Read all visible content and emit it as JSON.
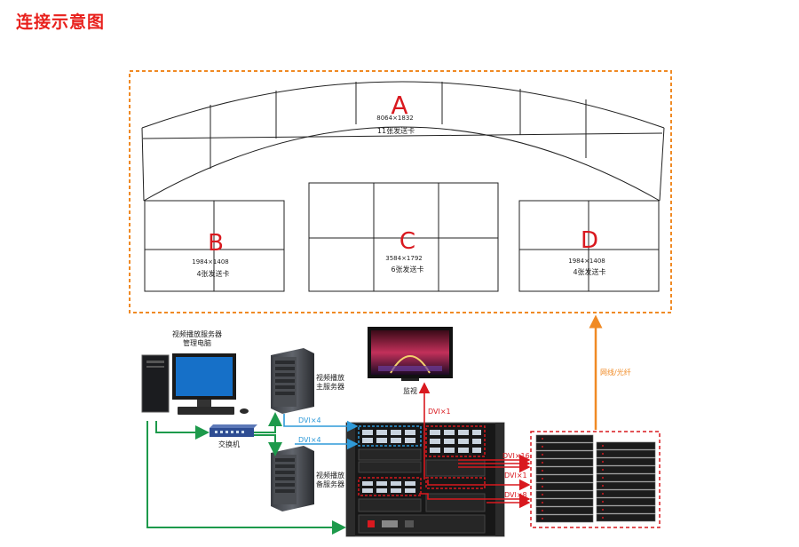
{
  "title": "连接示意图",
  "screens": {
    "A": {
      "letter": "A",
      "resolution": "8064×1832",
      "cards": "11张发送卡"
    },
    "B": {
      "letter": "B",
      "resolution": "1984×1408",
      "cards": "4张发送卡"
    },
    "C": {
      "letter": "C",
      "resolution": "3584×1792",
      "cards": "6张发送卡"
    },
    "D": {
      "letter": "D",
      "resolution": "1984×1408",
      "cards": "4张发送卡"
    }
  },
  "devices": {
    "admin_pc": "视频播放服务器\n管理电脑",
    "main_server": "视频播放\n主服务器",
    "backup_server": "视频播放\n备服务器",
    "switch": "交换机",
    "monitor": "监视"
  },
  "connections": {
    "dvi_main": "DVI×4",
    "dvi_backup": "DVI×4",
    "dvi_monitor": "DVI×1",
    "dvi_16": "DVI×16",
    "dvi_1": "DVI×1",
    "dvi_8": "DVI×8",
    "fiber": "网线/光纤"
  },
  "colors": {
    "title": "#e8201c",
    "frame": "#f08a24",
    "red_link": "#d9191f",
    "blue_link": "#2f9ad8",
    "green_link": "#1d9a4b",
    "orange_link": "#f08a24"
  }
}
